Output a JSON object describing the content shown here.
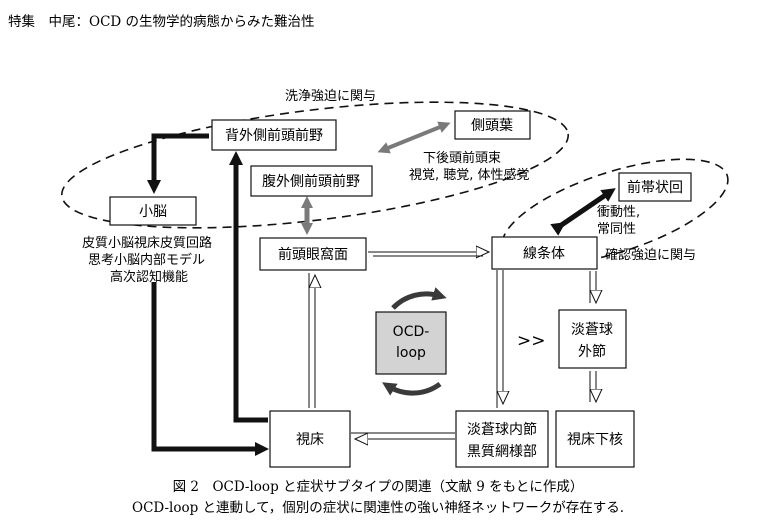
{
  "header": {
    "text": "特集　中尾：OCD の生物学的病態からみた難治性"
  },
  "ellipse_labels": {
    "obsessive_washing": "洗浄強迫に関与",
    "checking": "確認強迫に関与"
  },
  "nodes": {
    "dlpfc": "背外側前頭前野",
    "vlpfc": "腹外側前頭前野",
    "ofc": "前頭眼窩面",
    "cerebellum": "小脳",
    "parietal": "側頭葉",
    "acc": "前帯状回",
    "striatum": "線条体",
    "gp_external": [
      "淡蒼球",
      "外節"
    ],
    "gp_internal": [
      "淡蒼球内節",
      "黒質網様部"
    ],
    "thalamus": "視床",
    "stn": "視床下核",
    "center": [
      "OCD-",
      "loop"
    ]
  },
  "notes": {
    "cerebellum_lines": [
      "皮質小脳視床皮質回路",
      "思考小脳内部モデル",
      "高次認知機能"
    ],
    "temporal_fasciculus": [
      "下後頭前頭束",
      "視覚, 聴覚, 体性感覚"
    ],
    "acc_traits": [
      "衝動性,",
      "常同性"
    ],
    "double_arrow": ">>"
  },
  "caption": {
    "line1": "図 2　OCD-loop と症状サブタイプの関連（文献 9 をもとに作成）",
    "line2": "OCD-loop と連動して，個別の症状に関連性の強い神経ネットワークが存在する."
  }
}
